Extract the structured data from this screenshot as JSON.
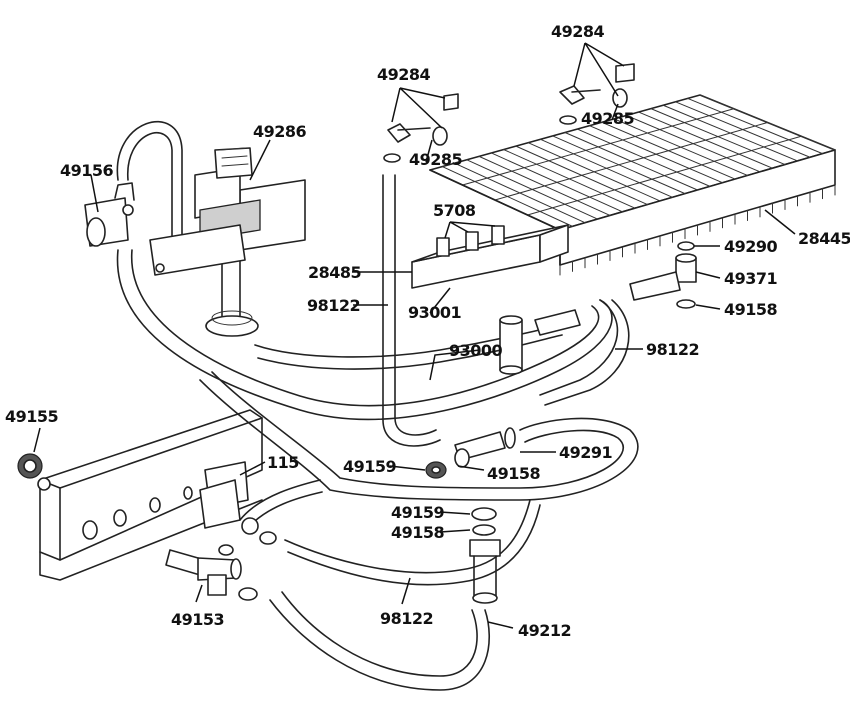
{
  "labels": {
    "p49284_a": "49284",
    "p49284_b": "49284",
    "p49285_a": "49285",
    "p49285_b": "49285",
    "p49286": "49286",
    "p49156": "49156",
    "p5708": "5708",
    "p28485": "28485",
    "p98122_a": "98122",
    "p93001": "93001",
    "p28445": "28445",
    "p49290": "49290",
    "p49371": "49371",
    "p49158_a": "49158",
    "p93000": "93000",
    "p98122_b": "98122",
    "p49155": "49155",
    "p115": "115",
    "p49159_a": "49159",
    "p49158_b": "49158",
    "p49291": "49291",
    "p49159_b": "49159",
    "p49158_c": "49158",
    "p49153": "49153",
    "p98122_c": "98122",
    "p49212": "49212"
  }
}
